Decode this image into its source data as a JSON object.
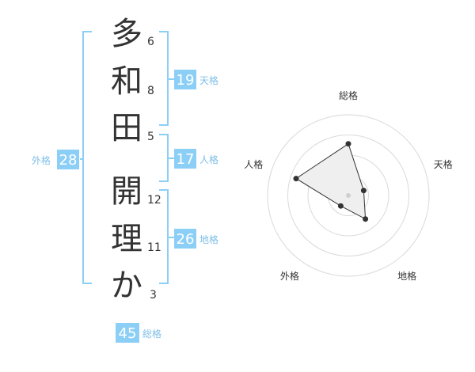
{
  "name": {
    "chars": [
      {
        "char": "多",
        "strokes": "6"
      },
      {
        "char": "和",
        "strokes": "8"
      },
      {
        "char": "田",
        "strokes": "5"
      },
      {
        "char": "開",
        "strokes": "12"
      },
      {
        "char": "理",
        "strokes": "11"
      },
      {
        "char": "か",
        "strokes": "3"
      }
    ]
  },
  "fortunes": {
    "tenkaku": {
      "label": "天格",
      "value": "19"
    },
    "jinkaku": {
      "label": "人格",
      "value": "17"
    },
    "chikaku": {
      "label": "地格",
      "value": "26"
    },
    "gaikaku": {
      "label": "外格",
      "value": "28"
    },
    "soukaku": {
      "label": "総格",
      "value": "45"
    }
  },
  "colors": {
    "accent": "#8ccff6",
    "accent_text": "#7fbfe6",
    "line": "#333333",
    "grid": "#d9d9d9",
    "fill": "#efefef"
  },
  "radar": {
    "axes": [
      "総格",
      "天格",
      "地格",
      "外格",
      "人格"
    ],
    "max": 5,
    "rings": 4,
    "values": {
      "総格": 3.2,
      "天格": 1.0,
      "地格": 1.8,
      "外格": 0.8,
      "人格": 3.4
    }
  }
}
